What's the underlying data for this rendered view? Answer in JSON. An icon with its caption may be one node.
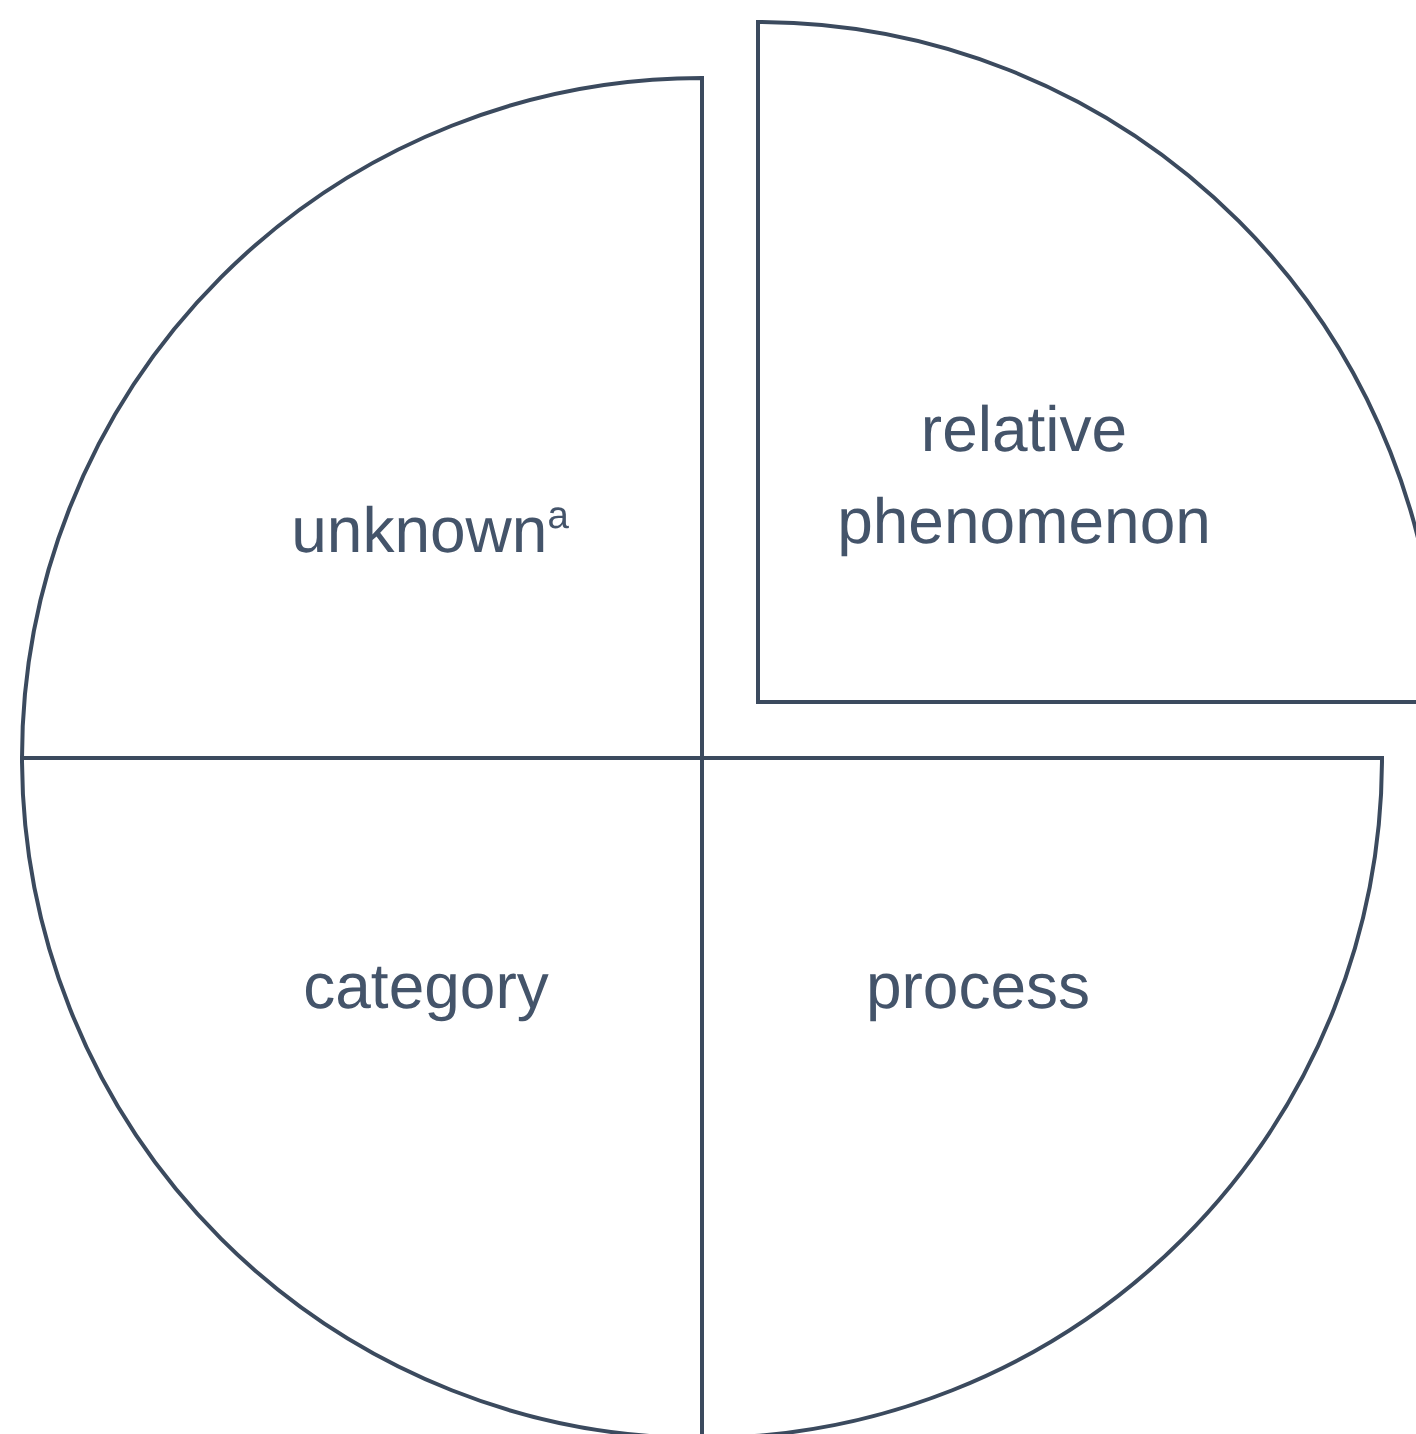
{
  "diagram": {
    "nodes": [
      {
        "text": [
          "unknown$^{a}$"
        ]
      },
      {
        "text": [
          "relative phenomenon"
        ]
      },
      {
        "text": [
          "category"
        ]
      },
      {
        "text": [
          "process"
        ]
      }
    ]
  }
}
